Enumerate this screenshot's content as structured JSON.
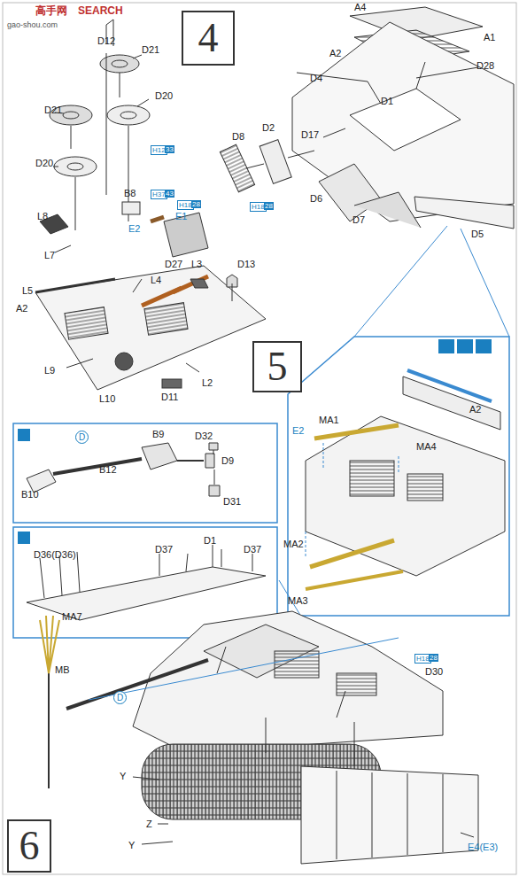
{
  "diagram": {
    "nodes": [
      {
        "text": [
          "4"
        ]
      },
      {
        "text": [
          "5"
        ]
      },
      {
        "text": [
          "6"
        ]
      }
    ],
    "labels": [
      "高手网",
      "SEARCH",
      "gao-shou.com",
      "D12",
      "D21",
      "D21",
      "D20",
      "D20",
      "H12",
      "33",
      "B8",
      "H37",
      "43",
      "H18",
      "28",
      "E1",
      "E2",
      "L8",
      "L7",
      "L5",
      "D27",
      "L3",
      "L4",
      "D13",
      "A2",
      "L9",
      "L10",
      "L2",
      "D11",
      "D8",
      "D2",
      "H18",
      "28",
      "D17",
      "D6",
      "D7",
      "D5",
      "D4",
      "D1",
      "D28",
      "A4",
      "A1",
      "A2",
      "D",
      "B9",
      "D32",
      "B10",
      "B12",
      "D9",
      "D31",
      "D36(D36)",
      "D37",
      "D1",
      "D37",
      "MA1",
      "E2",
      "MA4",
      "A2",
      "MA2",
      "MA3",
      "MA7",
      "MB",
      "D",
      "H18",
      "28",
      "D30",
      "Y",
      "Z",
      "Y",
      "E4(E3)"
    ]
  }
}
